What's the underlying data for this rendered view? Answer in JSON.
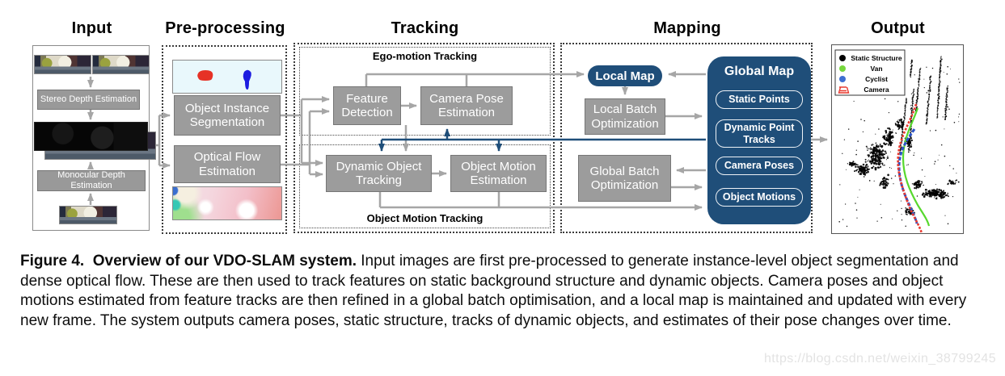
{
  "figure": {
    "columns": {
      "input": "Input",
      "preprocessing": "Pre-processing",
      "tracking": "Tracking",
      "mapping": "Mapping",
      "output": "Output"
    },
    "input": {
      "stereo_depth": "Stereo Depth Estimation",
      "monocular_depth": "Monocular Depth Estimation"
    },
    "preprocessing": {
      "object_instance_segmentation": "Object Instance Segmentation",
      "optical_flow_estimation": "Optical Flow Estimation"
    },
    "tracking": {
      "ego_motion_label": "Ego-motion Tracking",
      "object_motion_label": "Object Motion Tracking",
      "feature_detection": "Feature Detection",
      "camera_pose_estimation": "Camera Pose Estimation",
      "dynamic_object_tracking": "Dynamic Object Tracking",
      "object_motion_estimation": "Object Motion Estimation"
    },
    "mapping": {
      "local_map": "Local Map",
      "local_batch_optimization": "Local Batch Optimization",
      "global_batch_optimization": "Global Batch Optimization",
      "global_map": {
        "title": "Global Map",
        "items": [
          "Static Points",
          "Dynamic Point Tracks",
          "Camera Poses",
          "Object Motions"
        ]
      }
    },
    "output_legend": [
      {
        "label": "Static Structure",
        "color": "#000000"
      },
      {
        "label": "Van",
        "color": "#76d73c"
      },
      {
        "label": "Cyclist",
        "color": "#3f6fd1"
      },
      {
        "label": "Camera",
        "color": "#e8392f"
      }
    ]
  },
  "caption": {
    "label": "Figure 4.",
    "title": "Overview of our VDO-SLAM system.",
    "body": "Input images are first pre-processed to generate instance-level object segmentation and dense optical flow. These are then used to track features on static background structure and dynamic objects. Camera poses and object motions estimated from feature tracks are then refined in a global batch optimisation, and a local map is maintained and updated with every new frame. The system outputs camera poses, static structure, tracks of dynamic objects, and estimates of their pose changes over time."
  },
  "watermark": "https://blog.csdn.net/weixin_38799245",
  "colors": {
    "accent_blue": "#1f4e79",
    "box_gray": "#9c9c9c",
    "arrow_gray": "#a6a6a6"
  }
}
